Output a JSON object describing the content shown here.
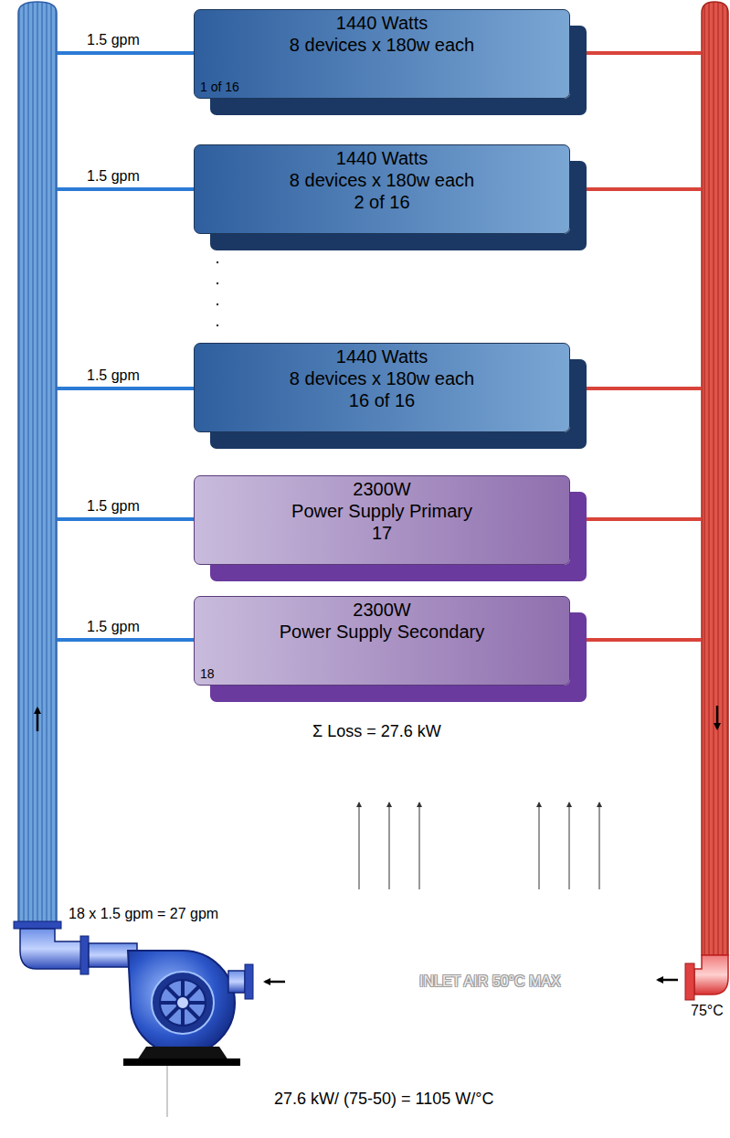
{
  "diagram": {
    "nodes": [
      {
        "text": [
          "1440 Watts",
          "8 devices x 180w each",
          "1 of 16"
        ]
      },
      {
        "text": [
          "1440 Watts",
          "8 devices x 180w each",
          "2 of 16"
        ]
      },
      {
        "text": [
          "1440 Watts",
          "8 devices x 180w each",
          "16 of 16"
        ]
      },
      {
        "text": [
          "2300W",
          "Power Supply Primary",
          "17"
        ]
      },
      {
        "text": [
          "2300W",
          "Power Supply Secondary",
          "18"
        ]
      }
    ],
    "labels": [
      "1.5 gpm",
      "1.5 gpm",
      "1.5 gpm",
      "1.5 gpm",
      "1.5 gpm",
      "Σ Loss = 27.6 kW",
      "18 x 1.5 gpm = 27 gpm",
      "INLET AIR 50°C MAX",
      "75°C",
      "27.6 kW/ (75-50) = 1105 W/°C"
    ]
  }
}
